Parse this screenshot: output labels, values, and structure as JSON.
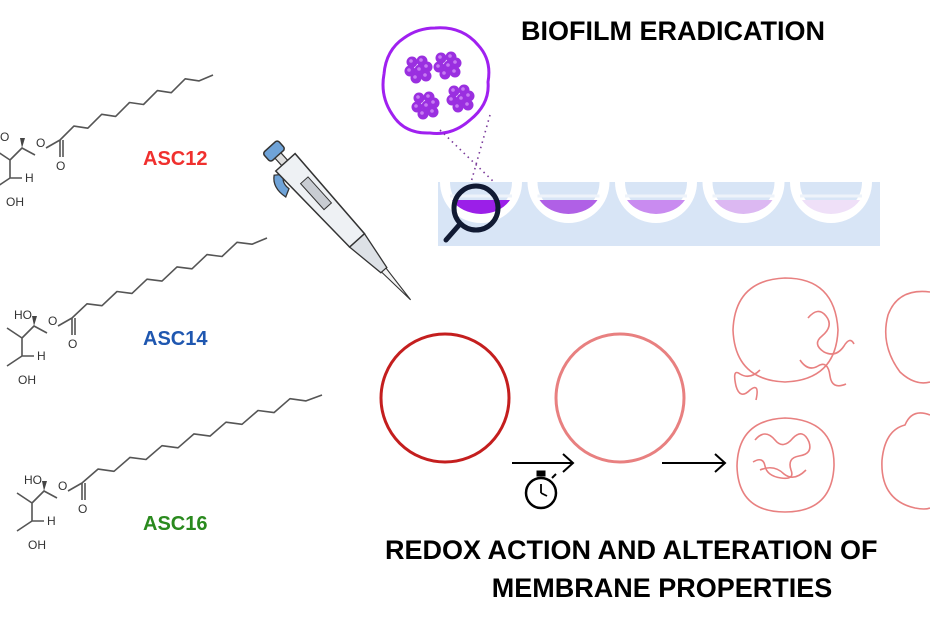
{
  "compounds": [
    {
      "label": "ASC12",
      "color": "#f0302e",
      "atoms": {
        "ho": "O",
        "h": "H",
        "oh": "OH"
      }
    },
    {
      "label": "ASC14",
      "color": "#1f57b0",
      "atoms": {
        "ho": "HO",
        "h": "H",
        "oh": "OH"
      }
    },
    {
      "label": "ASC16",
      "color": "#2a8a1e",
      "atoms": {
        "ho": "HO",
        "h": "H",
        "oh": "OH"
      }
    }
  ],
  "biofilm": {
    "title": "BIOFILM ERADICATION",
    "well_colors": [
      "#9b1fe8",
      "#b060e6",
      "#c98bf0",
      "#dcb8f2",
      "#efe0f8"
    ],
    "plate_color": "#d8e5f6",
    "accent": "#a020f0"
  },
  "membrane": {
    "title_line1": "REDOX ACTION AND ALTERATION OF",
    "title_line2": "MEMBRANE PROPERTIES",
    "healthy_color": "#c41e1e",
    "treated_color": "#e88080"
  }
}
